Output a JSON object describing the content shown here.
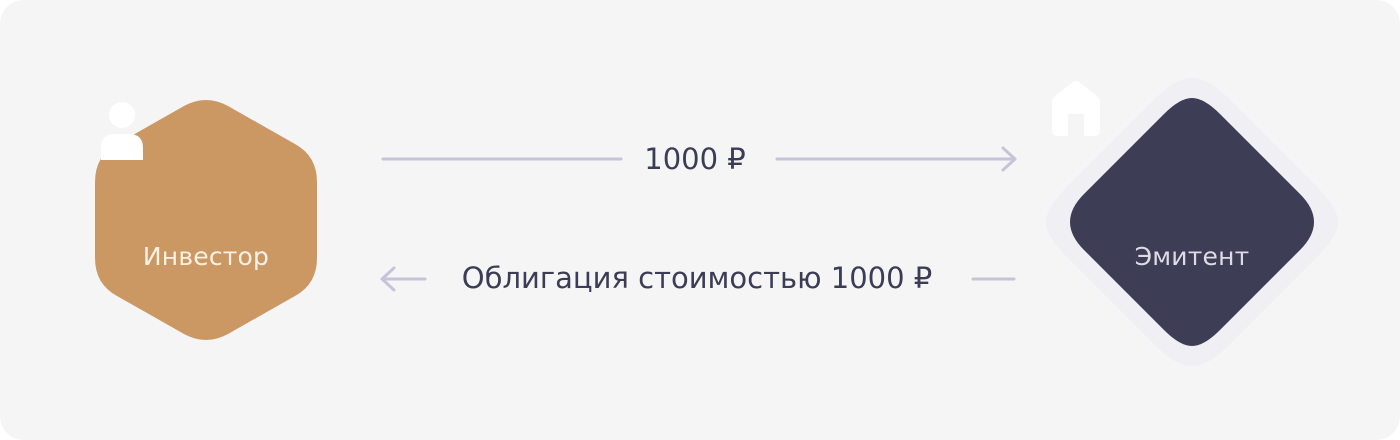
{
  "diagram": {
    "nodes": {
      "investor": {
        "label": "Инвестор",
        "icon": "person-icon",
        "color": "#cb9864"
      },
      "issuer": {
        "label": "Эмитент",
        "icon": "house-icon",
        "color": "#3e3d56",
        "halo_color": "#efeff4"
      }
    },
    "flows": {
      "payment": {
        "label": "1000 ₽",
        "from": "investor",
        "to": "issuer"
      },
      "bond": {
        "label": "Облигация стоимостью 1000 ₽",
        "from": "issuer",
        "to": "investor"
      }
    },
    "colors": {
      "background": "#f5f5f6",
      "arrow": "#c7c4da",
      "text": "#3d3c56"
    }
  }
}
